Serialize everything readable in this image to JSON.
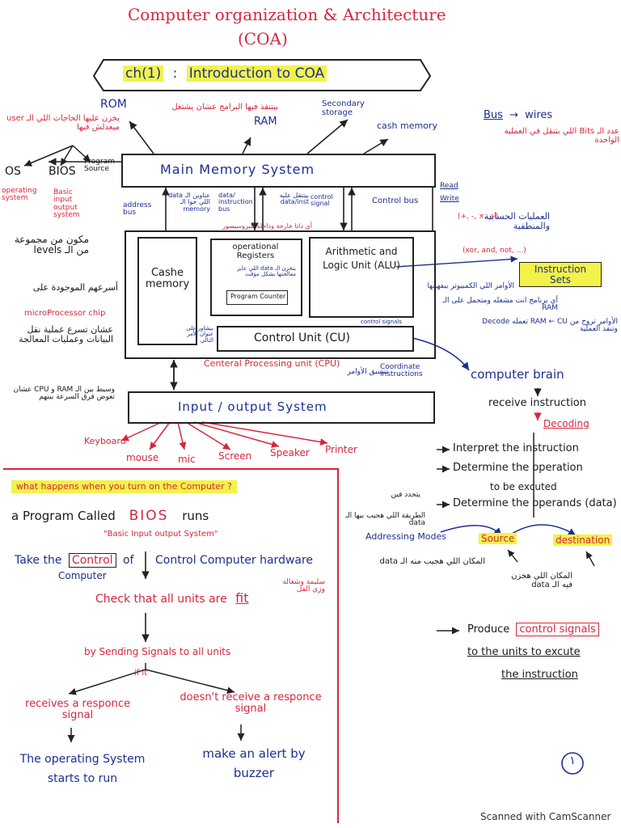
{
  "header": {
    "title": "Computer organization & Architecture",
    "abbr": "(COA)",
    "chapter_label": "ch(1)",
    "chapter_sep": ":",
    "chapter_title": "Introduction to COA"
  },
  "memory": {
    "rom": "ROM",
    "rom_note": "يخزن عليها الحاجات اللي الـ user ميعدلش فيها",
    "os": "OS",
    "os_full": "operating system",
    "bios": "BIOS",
    "bios_full": "Basic input output system",
    "program_source": "Program Source",
    "ram_note": "بيتنفذ فيها البرامج عشان يشتغل",
    "ram": "RAM",
    "secondary": "Secondary storage",
    "cash": "cash memory",
    "main_memory": "Main Memory System"
  },
  "bus_note": {
    "bus": "Bus",
    "arrow": "→",
    "wires": "wires",
    "desc": "عدد الـ Bits اللي بتنقل في العملية الواحدة"
  },
  "buses": {
    "address_bus": "address bus",
    "address_note": "عناوين الـ data اللي جوا الـ memory",
    "data_bus": "data/ instruction bus",
    "data_note": "بيتنقل عليه data/inst",
    "control_signal": "control signal",
    "control_bus": "Control bus",
    "read": "Read",
    "write": "Write"
  },
  "cpu": {
    "cache_note": "أي داتا خارجة وداخلة للبروسيسور",
    "cache": "Cashe memory",
    "op_regs": "operational Registers",
    "op_regs_note": "بتخزن الـ data اللي عايز معالجتها بشكل مؤقت",
    "program_counter": "Program Counter",
    "alu": "Arithmetic and Logic Unit (ALU)",
    "cu": "Control Unit (CU)",
    "control_signals": "control signals",
    "cpu_label": "Centeral Processing unit (CPU)",
    "cu_addr_note": "بيشاور على عنوان الأمر التالي",
    "left_note1": "مكون من مجموعة من الـ levels",
    "left_note2": "أسرعهم الموجودة على",
    "microprocessor": "microProcessor chip",
    "left_note3": "عشان تسرع عملية نقل البيانات وعمليات المعالجة",
    "left_note4": "وسيط بين الـ RAM و CPU عشان تعوض فرق السرعة بينهم"
  },
  "alu_note": {
    "ops_ar": "العمليات الحسابية والمنطقية",
    "arith": "(+, -, ×, ÷)",
    "logic": "(xor, and, not, ...)"
  },
  "instruction_sets": {
    "label": "Instruction Sets",
    "note1": "الأوامر اللي الكمبيوتر بيفهمها",
    "note2": "أي برنامج انت مشغله ومتحمل على الـ RAM",
    "note3": "الأوامر تروح من RAM ← CU تعمله Decode وتنفذ العملية"
  },
  "coordinate": {
    "ar": "تنسيق الأوامر",
    "en": "Coordinate instructions"
  },
  "brain": {
    "title": "computer brain",
    "receive": "receive instruction",
    "decoding": "Decoding",
    "interpret": "Interpret the instruction",
    "determine_op": "Determine the operation",
    "excuted": "to be excuted",
    "determine_operands": "Determine the operands (data)",
    "addressing_modes": "Addressing Modes",
    "addr_note": "الطريقة اللي هجيب بيها الـ data",
    "choose": "يتحدد فين",
    "source": "Source",
    "destination": "destination",
    "source_note": "المكان اللي هجيب منه الـ data",
    "dest_note": "المكان اللي هخزن فيه الـ data",
    "produce": "Produce",
    "control_signals": "control signals",
    "to_units": "to the units to excute",
    "the_instruction": "the instruction"
  },
  "io": {
    "title": "Input / output System",
    "keyboard": "Keyboard",
    "mouse": "mouse",
    "mic": "mic",
    "screen": "Screen",
    "speaker": "Speaker",
    "printer": "Printer"
  },
  "boot": {
    "question": "what happens when you turn on the Computer ?",
    "bios_line1": "a Program Called",
    "bios_word": "BIOS",
    "bios_runs": "runs",
    "bios_full": "\"Basic Input output System\"",
    "take": "Take the",
    "control_word": "Control",
    "of": "of",
    "computer": "Computer",
    "control_hw": "Control Computer hardware",
    "check": "Check that all units are",
    "fit": "fit",
    "fit_ar": "سليمة وشغالة وزي الفل",
    "sending": "by Sending Signals to all units",
    "if_it": "if it",
    "receives": "receives a responce signal",
    "doesnt": "doesn't receive a responce signal",
    "os_starts": "The operating System starts to run",
    "alert": "make an alert by buzzer"
  },
  "footer": {
    "page_number": "١",
    "scanner": "Scanned with CamScanner"
  }
}
